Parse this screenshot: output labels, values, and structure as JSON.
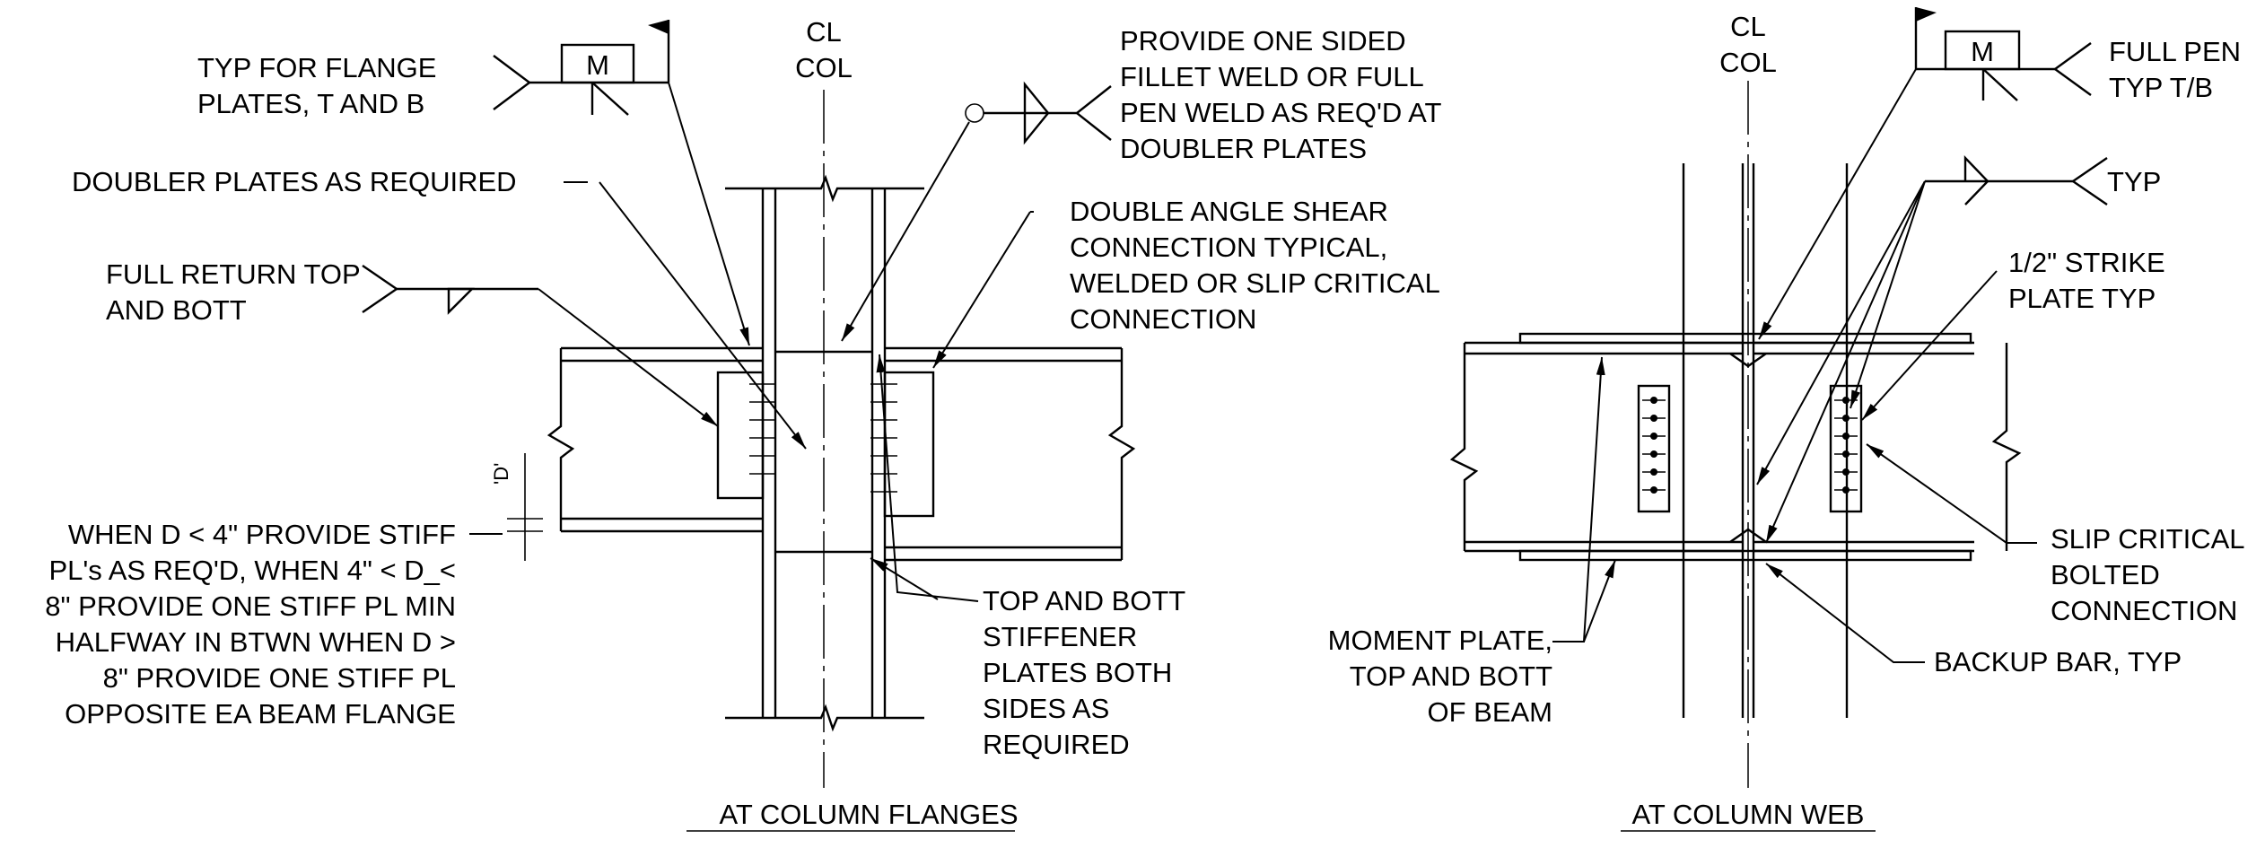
{
  "left_detail": {
    "title": "AT COLUMN FLANGES",
    "centerline": [
      "CL",
      "COL"
    ],
    "weld_symbol_letter": "M",
    "notes": {
      "flange_plates": [
        "TYP FOR FLANGE",
        "PLATES, T AND B"
      ],
      "doubler": "DOUBLER PLATES AS REQUIRED",
      "full_return": [
        "FULL RETURN TOP",
        "AND BOTT"
      ],
      "one_sided_weld": [
        "PROVIDE ONE SIDED",
        "FILLET WELD OR FULL",
        "PEN WELD AS REQ'D AT",
        "DOUBLER PLATES"
      ],
      "shear_connection": [
        "DOUBLE ANGLE SHEAR",
        "CONNECTION TYPICAL,",
        "WELDED OR SLIP CRITICAL",
        "CONNECTION"
      ],
      "stiff_rule": [
        "WHEN D < 4\" PROVIDE STIFF",
        "PL's AS REQ'D, WHEN 4\" < D_<",
        "8\" PROVIDE ONE STIFF PL MIN",
        "HALFWAY IN BTWN WHEN D >",
        "8\" PROVIDE ONE STIFF PL",
        "OPPOSITE EA BEAM FLANGE"
      ],
      "stiffener_plates": [
        "TOP AND BOTT",
        "STIFFENER",
        "PLATES BOTH",
        "SIDES AS",
        "REQUIRED"
      ]
    },
    "dim_label": "'D'"
  },
  "right_detail": {
    "title": "AT COLUMN WEB",
    "centerline": [
      "CL",
      "COL"
    ],
    "weld_symbol_letter": "M",
    "notes": {
      "full_pen": [
        "FULL PEN",
        "TYP T/B"
      ],
      "typ": "TYP",
      "strike_plate": [
        "1/2\" STRIKE",
        "PLATE TYP"
      ],
      "slip_critical": [
        "SLIP CRITICAL",
        "BOLTED",
        "CONNECTION"
      ],
      "backup_bar": "BACKUP BAR, TYP",
      "moment_plate": [
        "MOMENT PLATE,",
        "TOP AND BOTT",
        "OF BEAM"
      ]
    }
  }
}
